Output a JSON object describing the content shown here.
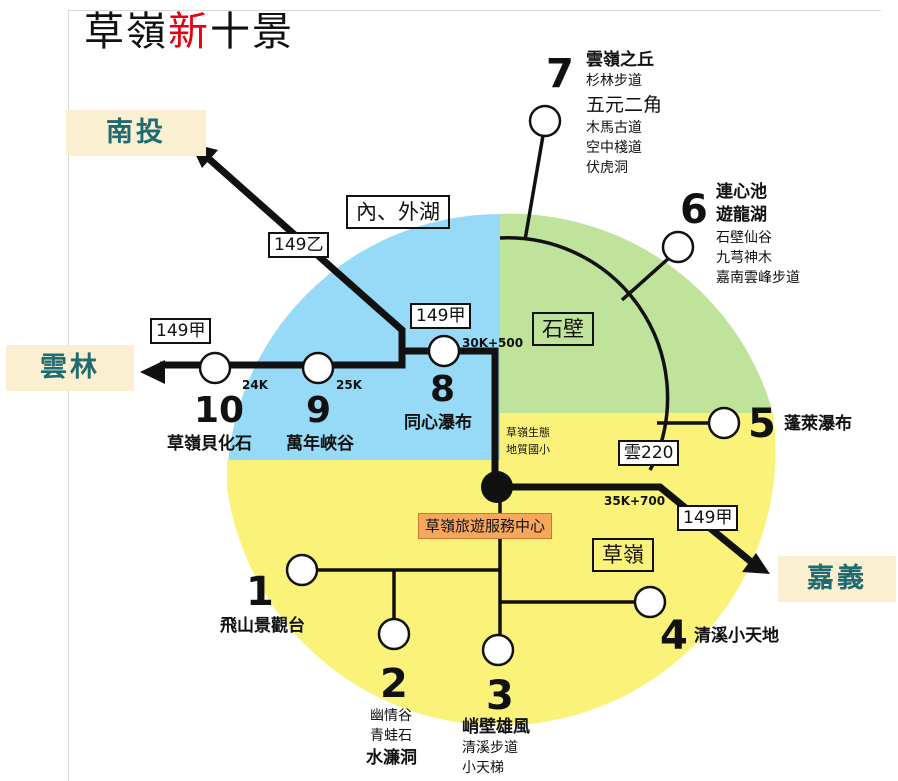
{
  "title": {
    "part1": "草嶺",
    "part2": "新",
    "part3": "十景"
  },
  "colors": {
    "north_west": "#96daf7",
    "north_east": "#bfe39a",
    "south": "#fbf27a",
    "dest_bg": "#fbefd1",
    "dest_text": "#1e6b72",
    "center_box": "#f7a75c",
    "title_accent": "#e60012"
  },
  "destinations": {
    "nantou": "南投",
    "yunlin": "雲林",
    "chiayi": "嘉義"
  },
  "roads": {
    "r149yi": "149乙",
    "r149jia_w": "149甲",
    "r149jia_n": "149甲",
    "r149jia_e": "149甲",
    "yun220": "雲220"
  },
  "km": {
    "k30": "30K+500",
    "k24": "24K",
    "k25": "25K",
    "k35": "35K+700"
  },
  "zones": {
    "lakes": "內、外湖",
    "shibi": "石壁",
    "caoling": "草嶺"
  },
  "center": {
    "service": "草嶺旅遊服務中心",
    "school_line1": "草嶺生態",
    "school_line2": "地質國小"
  },
  "spots": {
    "s1": {
      "num": "1",
      "name": "飛山景觀台"
    },
    "s2": {
      "num": "2",
      "sub1": "幽情谷",
      "sub2": "青蛙石",
      "name": "水濂洞"
    },
    "s3": {
      "num": "3",
      "name": "峭壁雄風",
      "sub1": "清溪步道",
      "sub2": "小天梯"
    },
    "s4": {
      "num": "4",
      "name": "清溪小天地"
    },
    "s5": {
      "num": "5",
      "name": "蓬萊瀑布"
    },
    "s6": {
      "num": "6",
      "name1": "連心池",
      "name2": "遊龍湖",
      "sub1": "石壁仙谷",
      "sub2": "九芎神木",
      "sub3": "嘉南雲峰步道"
    },
    "s7": {
      "num": "7",
      "name": "雲嶺之丘",
      "sub1": "杉林步道",
      "sub2": "五元二角",
      "sub3": "木馬古道",
      "sub4": "空中棧道",
      "sub5": "伏虎洞"
    },
    "s8": {
      "num": "8",
      "name": "同心瀑布"
    },
    "s9": {
      "num": "9",
      "name": "萬年峽谷"
    },
    "s10": {
      "num": "10",
      "name": "草嶺貝化石"
    }
  }
}
